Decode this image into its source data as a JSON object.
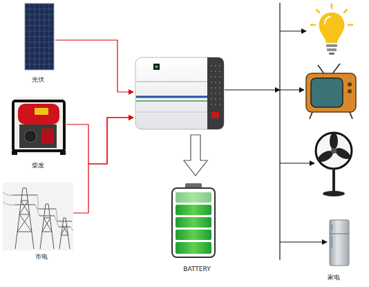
{
  "diagram": {
    "nodes": [
      {
        "text": [
          "光伏"
        ]
      },
      {
        "text": [
          "柴发"
        ]
      },
      {
        "text": [
          "市电"
        ]
      },
      {
        "text": []
      },
      {
        "text": [
          "BATTERY"
        ]
      },
      {
        "text": [
          "家电"
        ]
      }
    ],
    "edges": [
      {
        "from": 0,
        "to": 3,
        "arrow": "to"
      },
      {
        "from": 1,
        "to": 3,
        "arrow": "to"
      },
      {
        "from": 2,
        "to": 3,
        "arrow": "to"
      },
      {
        "from": 3,
        "to": 4,
        "arrow": "to"
      },
      {
        "from": 3,
        "to": 5,
        "arrow": "to"
      }
    ]
  }
}
